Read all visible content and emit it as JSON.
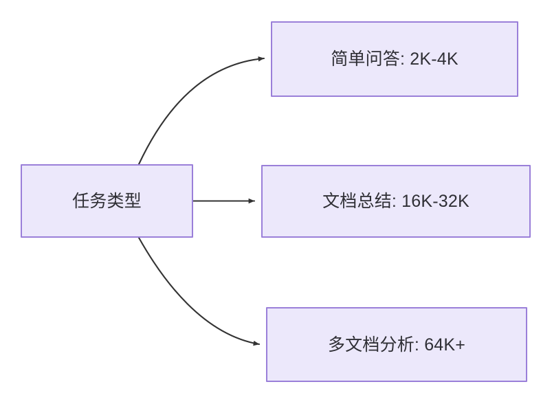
{
  "diagram": {
    "type": "flowchart",
    "direction": "left-to-right",
    "background_color": "#ffffff",
    "node_fill_color": "#ece8fb",
    "node_border_color": "#9a7fd9",
    "node_text_color": "#2f2f35",
    "edge_color": "#333333",
    "root": {
      "id": "root",
      "label": "任务类型"
    },
    "branches": [
      {
        "id": "simple-qa",
        "label": "简单问答: 2K-4K",
        "task": "简单问答",
        "context_length": "2K-4K",
        "edge_style": "curved"
      },
      {
        "id": "doc-summary",
        "label": "文档总结: 16K-32K",
        "task": "文档总结",
        "context_length": "16K-32K",
        "edge_style": "straight"
      },
      {
        "id": "multidoc-analysis",
        "label": "多文档分析: 64K+",
        "task": "多文档分析",
        "context_length": "64K+",
        "edge_style": "curved"
      }
    ]
  }
}
